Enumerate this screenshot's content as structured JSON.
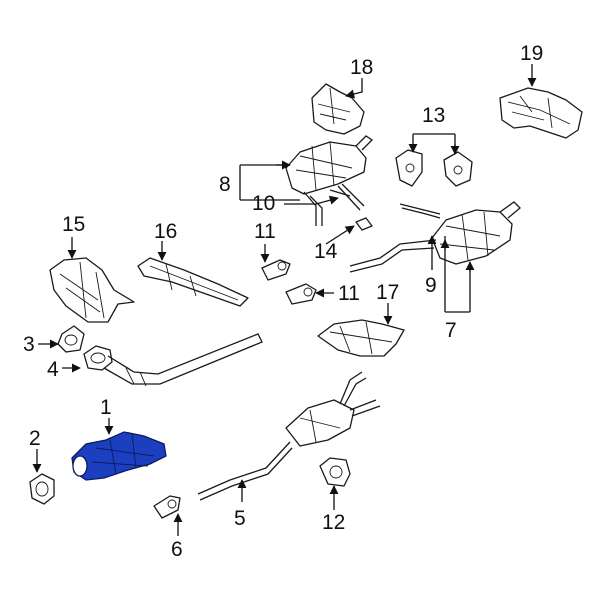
{
  "highlight_color": "#1c3fbf",
  "highlighted_part": "1",
  "callouts": [
    {
      "id": "c1",
      "label": "1"
    },
    {
      "id": "c2",
      "label": "2"
    },
    {
      "id": "c3",
      "label": "3"
    },
    {
      "id": "c4",
      "label": "4"
    },
    {
      "id": "c5",
      "label": "5"
    },
    {
      "id": "c6",
      "label": "6"
    },
    {
      "id": "c7",
      "label": "7"
    },
    {
      "id": "c8",
      "label": "8"
    },
    {
      "id": "c9",
      "label": "9"
    },
    {
      "id": "c10",
      "label": "10"
    },
    {
      "id": "c11a",
      "label": "11"
    },
    {
      "id": "c11b",
      "label": "11"
    },
    {
      "id": "c12",
      "label": "12"
    },
    {
      "id": "c13",
      "label": "13"
    },
    {
      "id": "c14",
      "label": "14"
    },
    {
      "id": "c15",
      "label": "15"
    },
    {
      "id": "c16",
      "label": "16"
    },
    {
      "id": "c17",
      "label": "17"
    },
    {
      "id": "c18",
      "label": "18"
    },
    {
      "id": "c19",
      "label": "19"
    }
  ]
}
